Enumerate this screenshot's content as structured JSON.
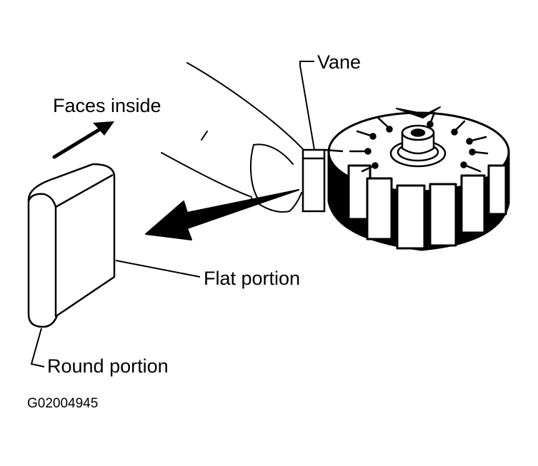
{
  "labels": {
    "vane": "Vane",
    "faces_inside": "Faces inside",
    "flat_portion": "Flat portion",
    "round_portion": "Round portion"
  },
  "figure_code": "G02004945",
  "colors": {
    "ink": "#000000",
    "paper": "#ffffff"
  }
}
